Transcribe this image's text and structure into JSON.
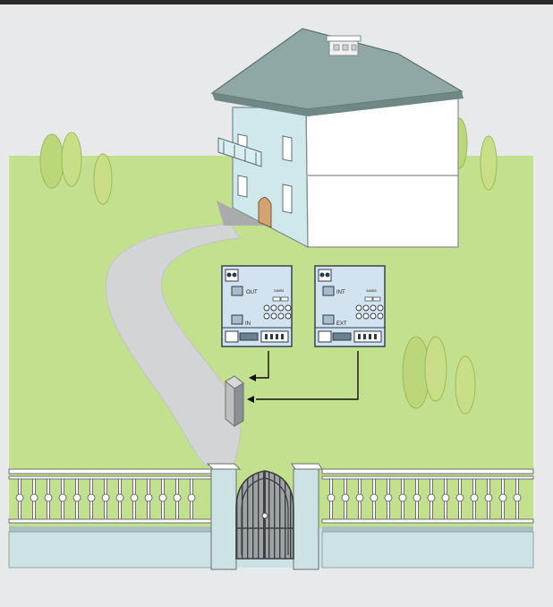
{
  "modules": [
    {
      "id": "left",
      "port_top": "OUT",
      "port_bottom": "IN",
      "code": "346851"
    },
    {
      "id": "right",
      "port_top": "INT",
      "port_bottom": "EXT",
      "code": "346850"
    }
  ],
  "colors": {
    "background": "#e8e9ea",
    "lawn": "#c3e08e",
    "path": "#d3d4d6",
    "roof": "#8fa7a5",
    "facade": "#cfe8ec",
    "module_body": "#d2e3ef",
    "fence_base": "#cde3e3"
  },
  "icons": [
    "tree-icon",
    "house-icon",
    "module-icon",
    "door-entry-panel-icon",
    "gate-icon",
    "fence-icon"
  ]
}
